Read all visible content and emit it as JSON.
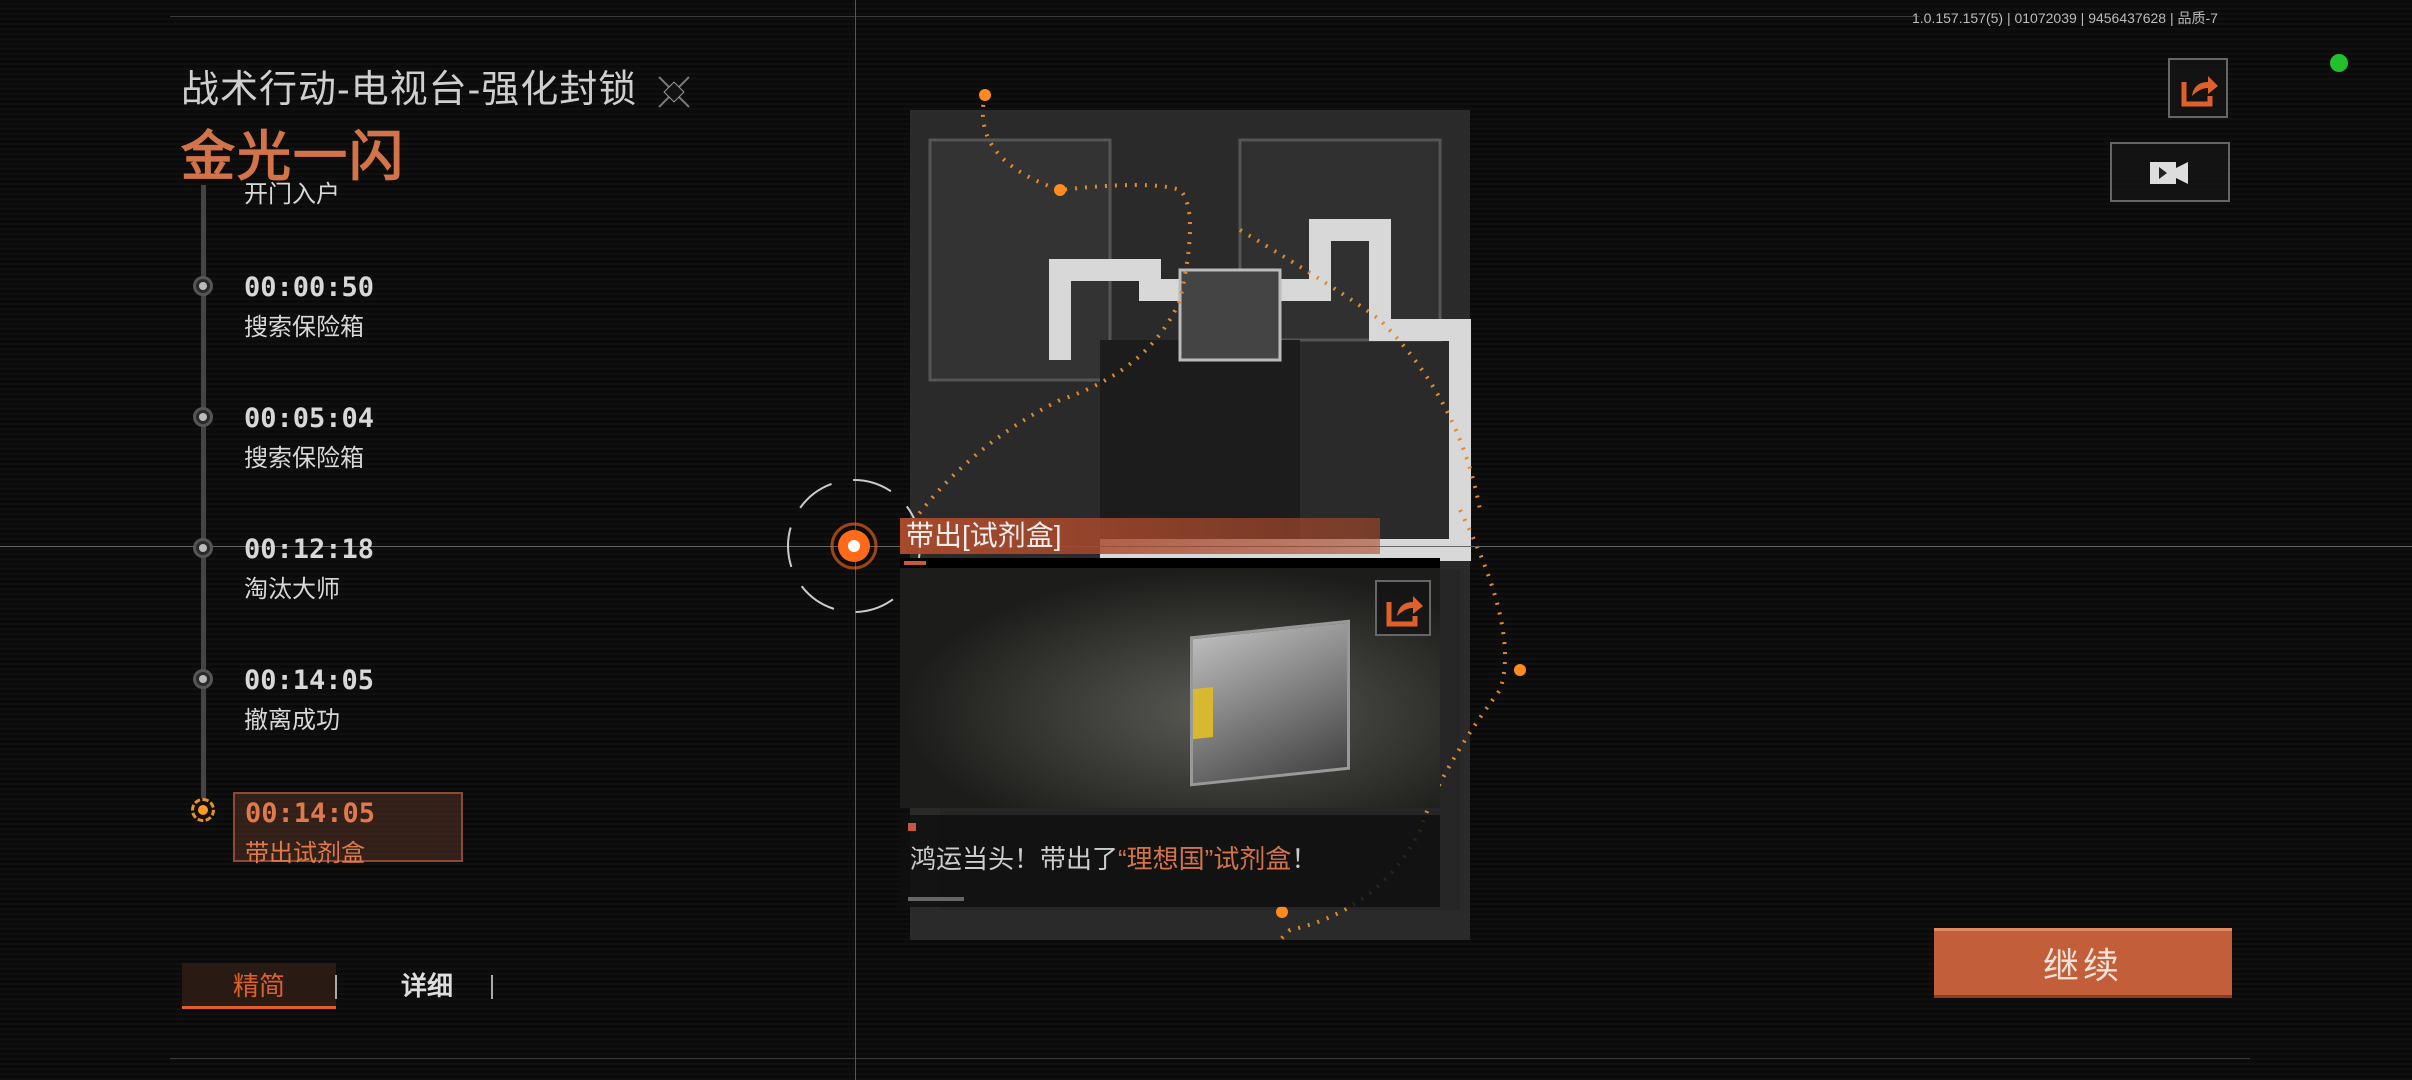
{
  "header": {
    "title": "战术行动-电视台-强化封锁",
    "subtitle": "金光一闪",
    "version": "1.0.157.157(5) | 01072039 | 9456437628 | 品质-7"
  },
  "timeline": [
    {
      "time": "",
      "event": "开门入户"
    },
    {
      "time": "00:00:50",
      "event": "搜索保险箱"
    },
    {
      "time": "00:05:04",
      "event": "搜索保险箱"
    },
    {
      "time": "00:12:18",
      "event": "淘汰大师"
    },
    {
      "time": "00:14:05",
      "event": "撤离成功"
    },
    {
      "time": "00:14:05",
      "event": "带出试剂盒",
      "active": true
    }
  ],
  "tabs": [
    {
      "label": "精简",
      "active": true
    },
    {
      "label": "详细",
      "active": false
    }
  ],
  "popup": {
    "title": "带出[试剂盒]",
    "caption_prefix": "鸿运当头！带出了",
    "caption_highlight": "“理想国”试剂盒",
    "caption_suffix": "！"
  },
  "continue_label": "继续",
  "colors": {
    "accent": "#d2734a",
    "button": "#c35e3a",
    "status": "#22c02a"
  },
  "icons": [
    "share-icon",
    "video-icon",
    "target-icon",
    "collapse-icon"
  ]
}
